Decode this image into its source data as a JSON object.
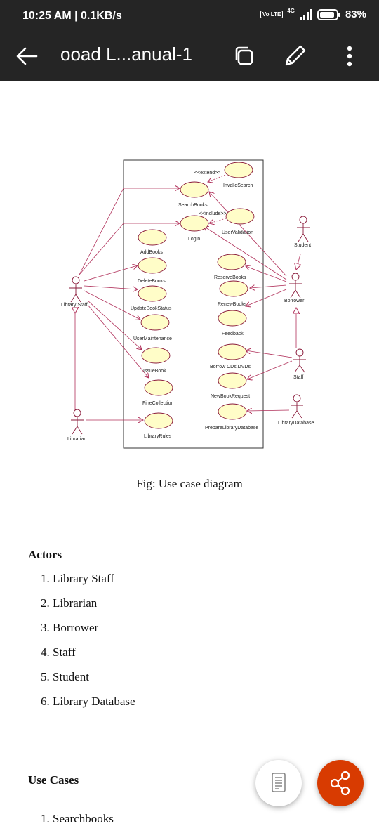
{
  "status_bar": {
    "time": "10:25 AM | 0.1KB/s",
    "volte": "Vo LTE",
    "network": "4G",
    "battery": "83%"
  },
  "app_bar": {
    "title": "ooad  L...anual-1",
    "icons": [
      "back-arrow-icon",
      "copy-icon",
      "edit-pencil-icon",
      "more-options-icon"
    ]
  },
  "diagram": {
    "stereotype_extend": "<<extend>>",
    "stereotype_include": "<<include>>",
    "use_cases": {
      "invalid_search": "InvalidSearch",
      "search_books": "SearchBooks",
      "user_validation": "UserValidation",
      "login": "Login",
      "add_books": "AddBooks",
      "reserve_books": "ReserveBooks",
      "delete_books": "DeleteBooks",
      "renew_books": "RenewBooks",
      "update_book_status": "UpdateBookStatus",
      "feedback": "Feedback",
      "user_maintenance": "UserMaintenance",
      "borrow_cds": "Borrow CDs,DVDs",
      "issue_book": "IssueBook",
      "new_book_request": "NewBookRequest",
      "fine_collection": "FineCollection",
      "prepare_library_database": "PrepareLibraryDatabase",
      "library_rules": "LibraryRules"
    },
    "actors": {
      "library_staff": "Library Staff",
      "librarian": "Librarian",
      "student": "Student",
      "borrower": "Borrower",
      "staff": "Staff",
      "library_database": "LibraryDatabase"
    },
    "colors": {
      "line": "#b0305a",
      "ellipse_fill": "#fffdc8",
      "ellipse_stroke": "#8a1a3a"
    }
  },
  "caption": "Fig: Use case diagram",
  "actors_section": {
    "heading": "Actors",
    "items": [
      "1. Library Staff",
      "2. Librarian",
      "3. Borrower",
      "4. Staff",
      "5. Student",
      "6. Library Database"
    ]
  },
  "use_cases_section": {
    "heading": "Use Cases",
    "first_item": "1. Searchbooks"
  },
  "fab": {
    "reader_icon": "reading-mode-icon",
    "share_icon": "share-icon",
    "share_color": "#d83b01"
  }
}
